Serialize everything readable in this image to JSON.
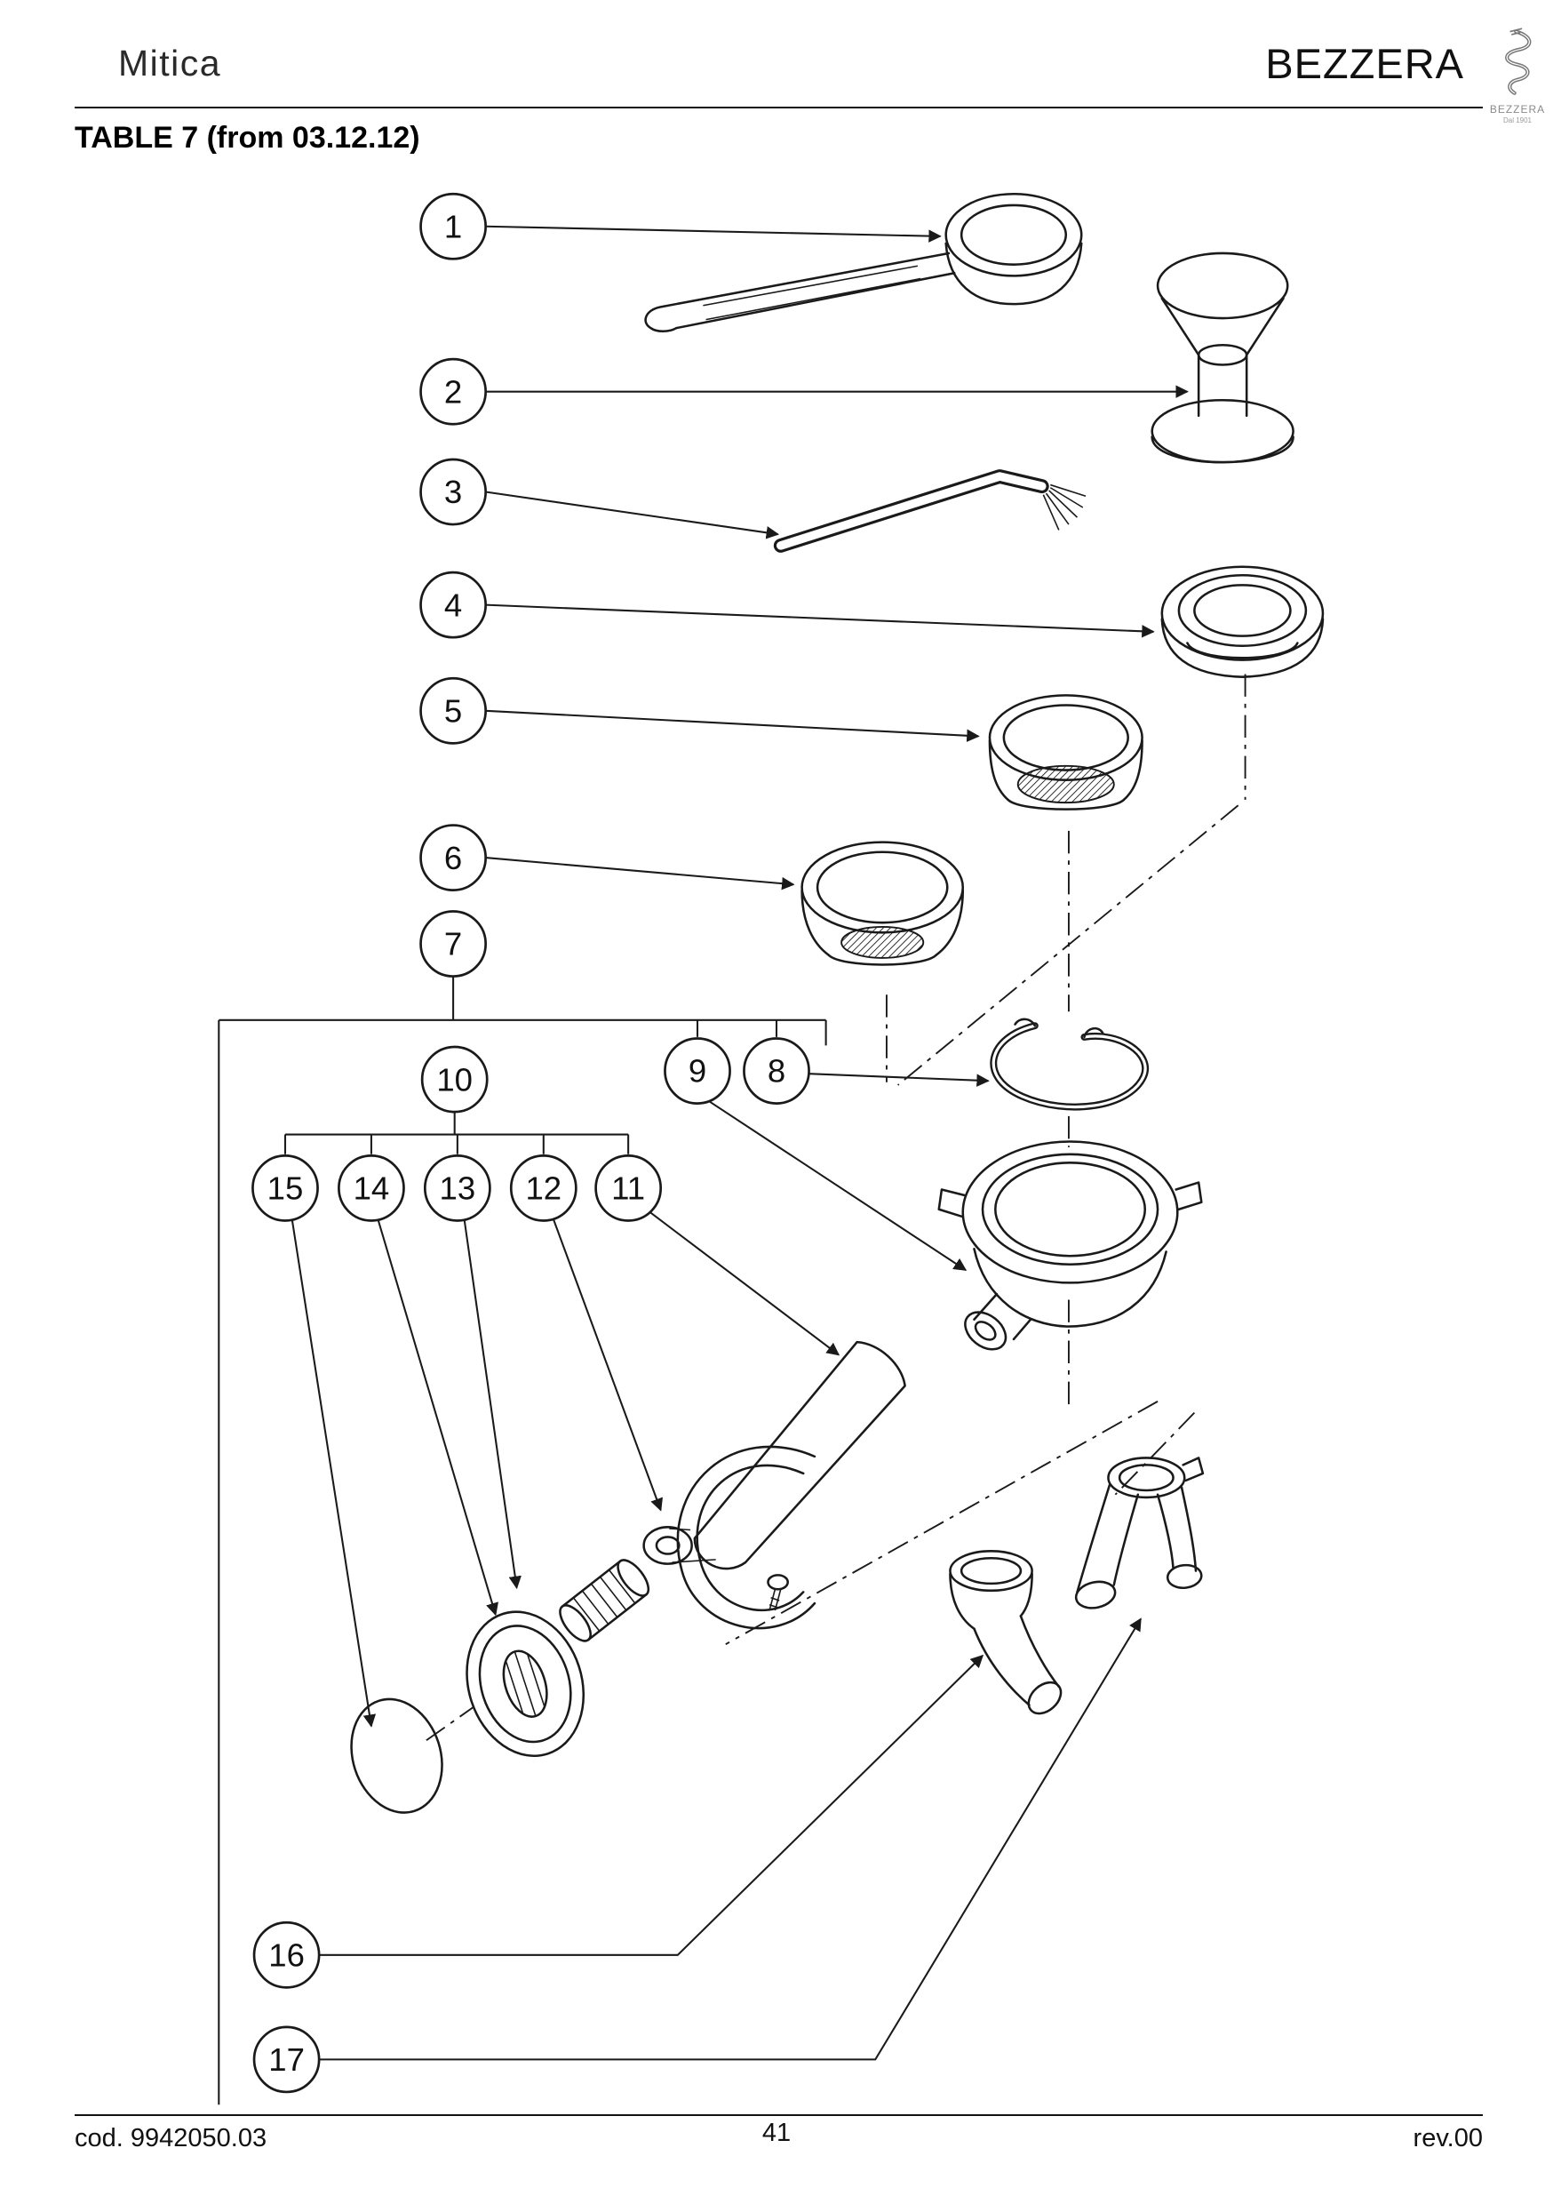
{
  "page": {
    "header": {
      "model": "Mitica",
      "brand_wordmark": "BEZZERA"
    },
    "logo": {
      "brand": "BEZZERA",
      "tagline": "Dal 1901"
    },
    "title": "TABLE 7 (from 03.12.12)",
    "footer": {
      "code": "cod. 9942050.03",
      "page_number": "41",
      "revision": "rev.00"
    }
  },
  "callouts": [
    "1",
    "2",
    "3",
    "4",
    "5",
    "6",
    "7",
    "8",
    "9",
    "10",
    "11",
    "12",
    "13",
    "14",
    "15",
    "16",
    "17"
  ],
  "colors": {
    "ink": "#1a1a1a",
    "paper": "#ffffff"
  }
}
